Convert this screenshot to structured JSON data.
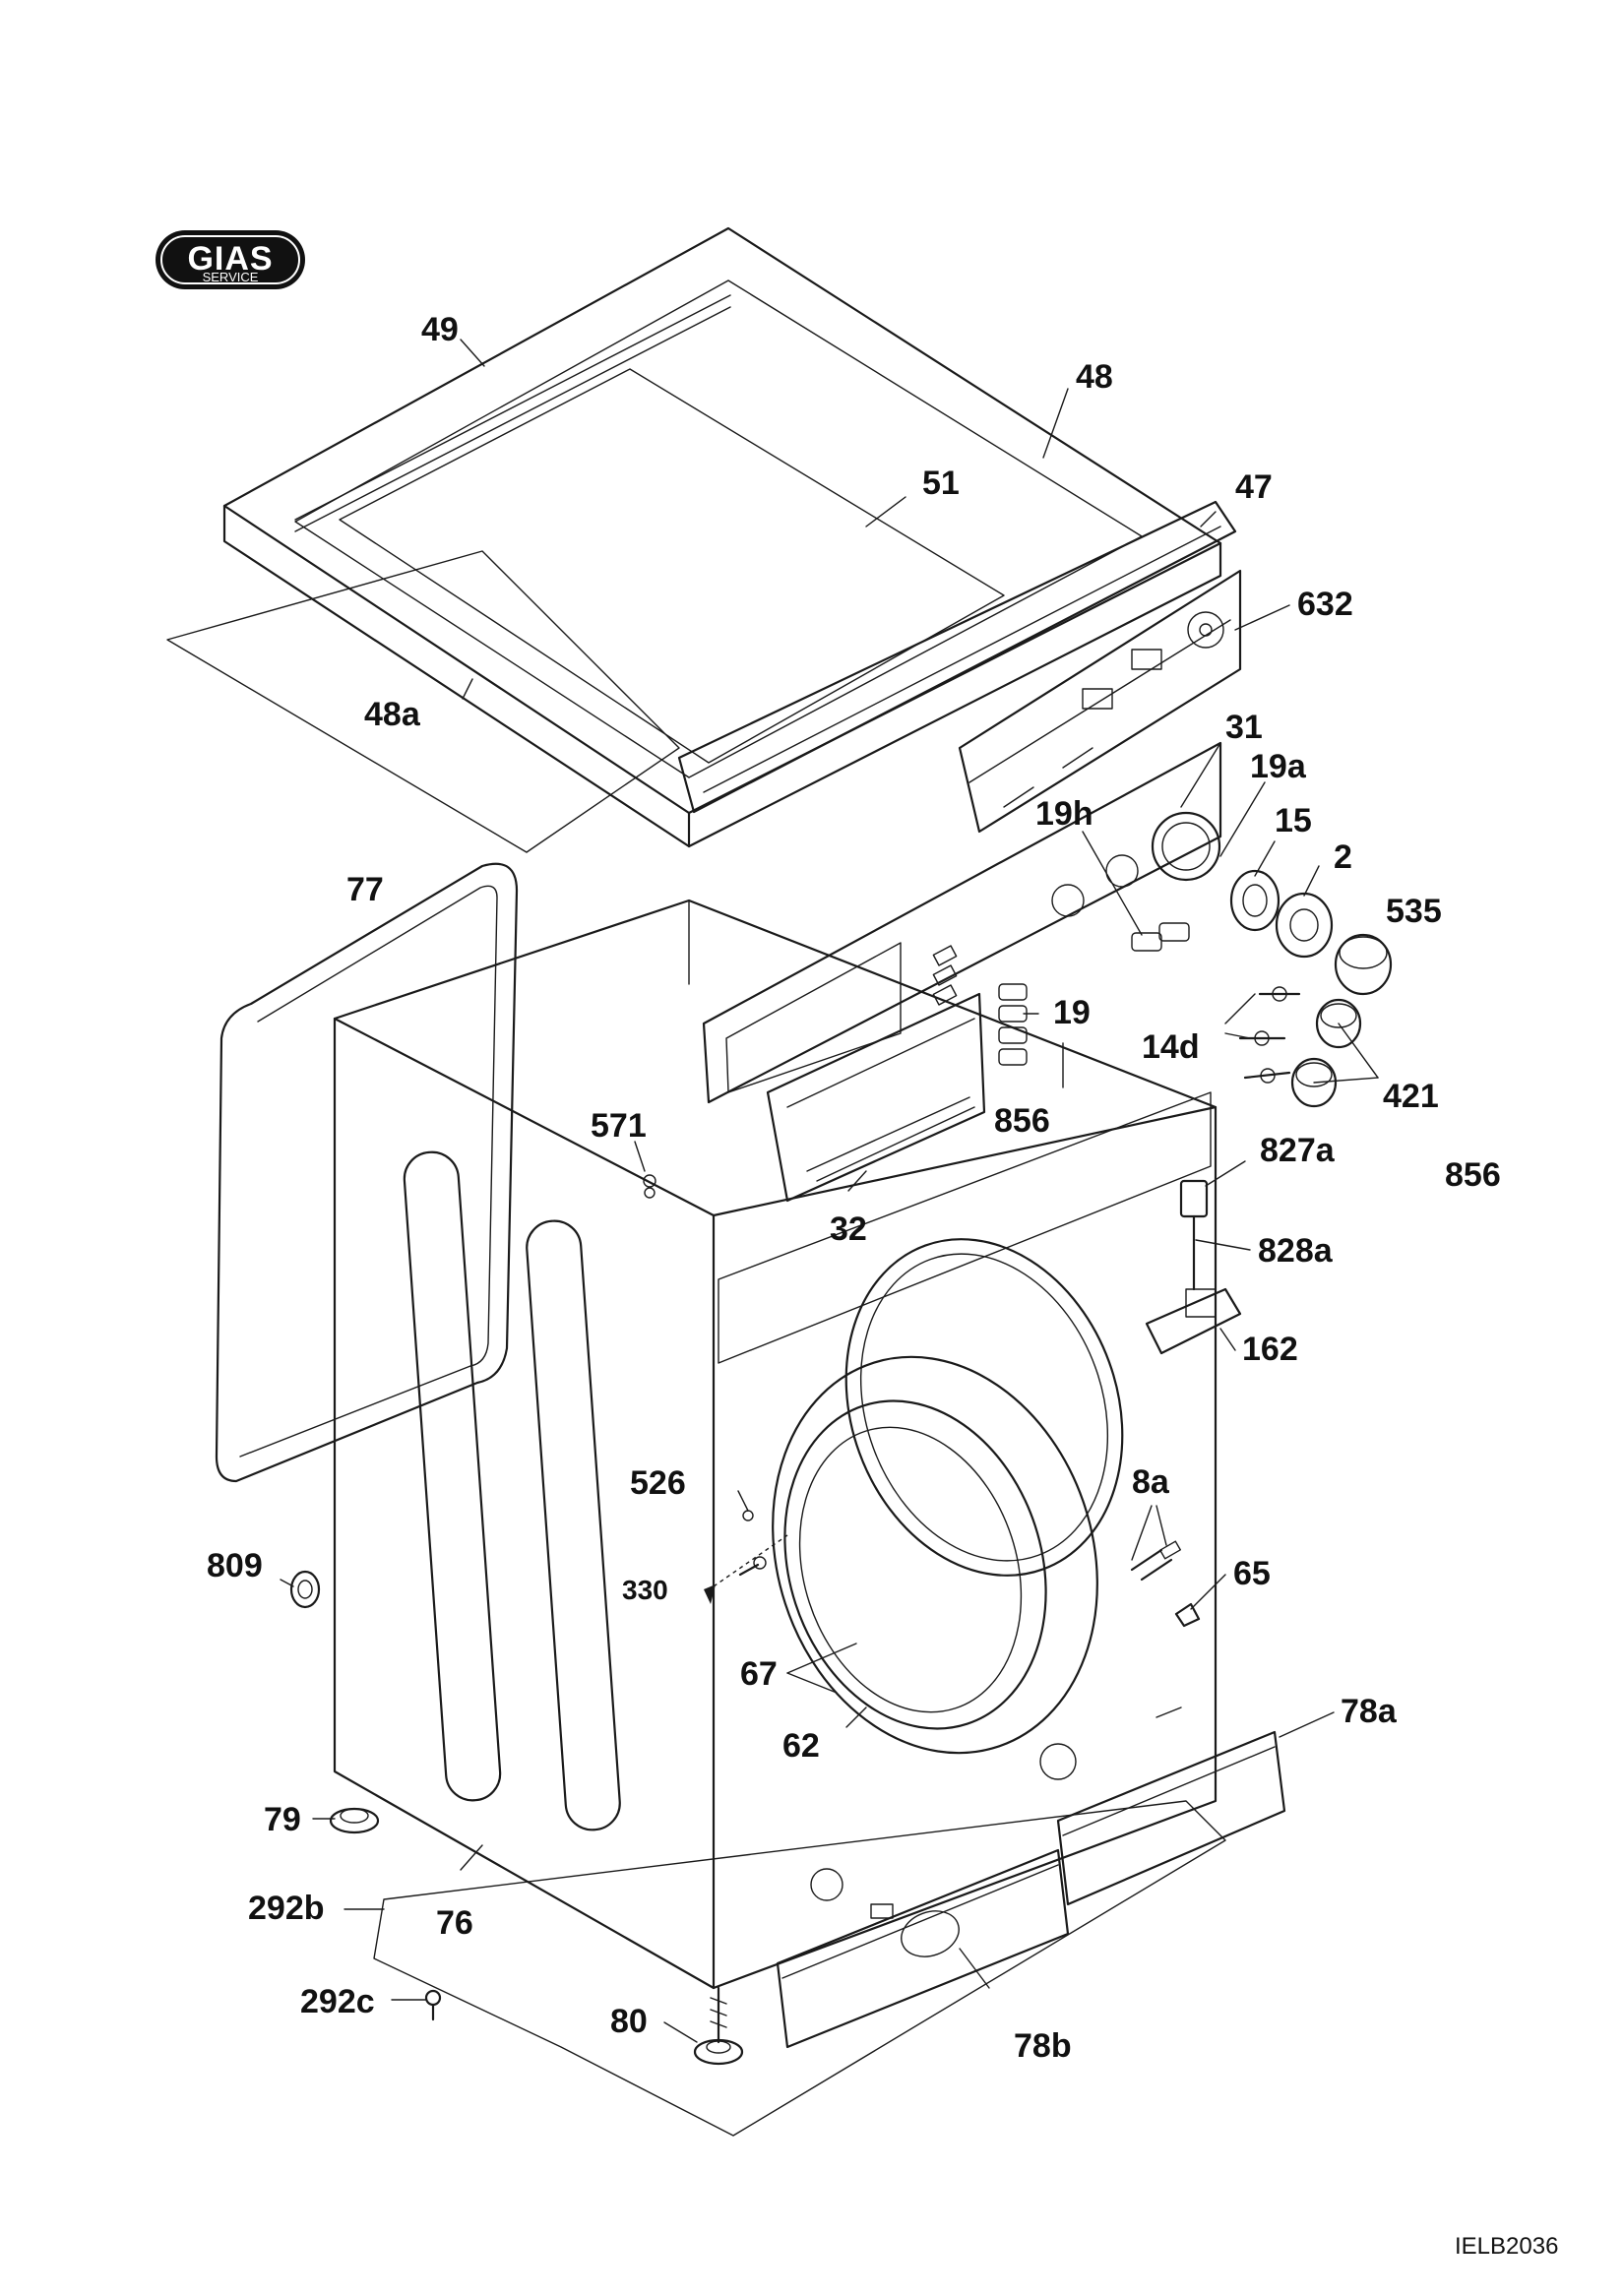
{
  "logo": {
    "brand": "GIAS",
    "sub": "SERVICE"
  },
  "drawing_code": "IELB2036",
  "labels": {
    "p49": "49",
    "p48": "48",
    "p51": "51",
    "p47": "47",
    "p632": "632",
    "p48a": "48a",
    "p31": "31",
    "p19a": "19a",
    "p15": "15",
    "p19h": "19h",
    "p2": "2",
    "p535": "535",
    "p77": "77",
    "p19": "19",
    "p14d": "14d",
    "p421": "421",
    "p856a": "856",
    "p856b": "856",
    "p571": "571",
    "p827a": "827a",
    "p828a": "828a",
    "p32": "32",
    "p162": "162",
    "p526": "526",
    "p8a": "8a",
    "p809": "809",
    "p330": "330",
    "p65": "65",
    "p67": "67",
    "p78a": "78a",
    "p62": "62",
    "p79": "79",
    "p292b": "292b",
    "p76": "76",
    "p292c": "292c",
    "p80": "80",
    "p78b": "78b"
  }
}
